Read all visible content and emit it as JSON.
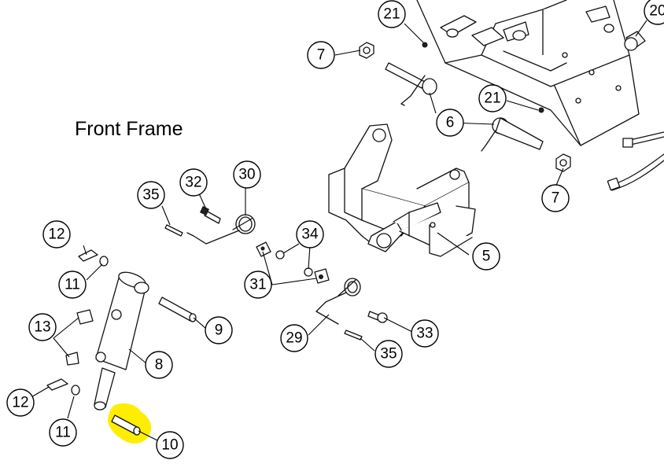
{
  "title": "Front Frame",
  "highlight_color": "#ffee00",
  "callouts": [
    {
      "id": "c21a",
      "label": "21"
    },
    {
      "id": "c20",
      "label": "20"
    },
    {
      "id": "c7a",
      "label": "7"
    },
    {
      "id": "c21b",
      "label": "21"
    },
    {
      "id": "c6",
      "label": "6"
    },
    {
      "id": "c7b",
      "label": "7"
    },
    {
      "id": "c35a",
      "label": "35"
    },
    {
      "id": "c32",
      "label": "32"
    },
    {
      "id": "c30",
      "label": "30"
    },
    {
      "id": "c34",
      "label": "34"
    },
    {
      "id": "c5",
      "label": "5"
    },
    {
      "id": "c12a",
      "label": "12"
    },
    {
      "id": "c11a",
      "label": "11"
    },
    {
      "id": "c31",
      "label": "31"
    },
    {
      "id": "c13",
      "label": "13"
    },
    {
      "id": "c9",
      "label": "9"
    },
    {
      "id": "c33",
      "label": "33"
    },
    {
      "id": "c29",
      "label": "29"
    },
    {
      "id": "c35b",
      "label": "35"
    },
    {
      "id": "c8",
      "label": "8"
    },
    {
      "id": "c12b",
      "label": "12"
    },
    {
      "id": "c11b",
      "label": "11"
    },
    {
      "id": "c10",
      "label": "10"
    }
  ]
}
